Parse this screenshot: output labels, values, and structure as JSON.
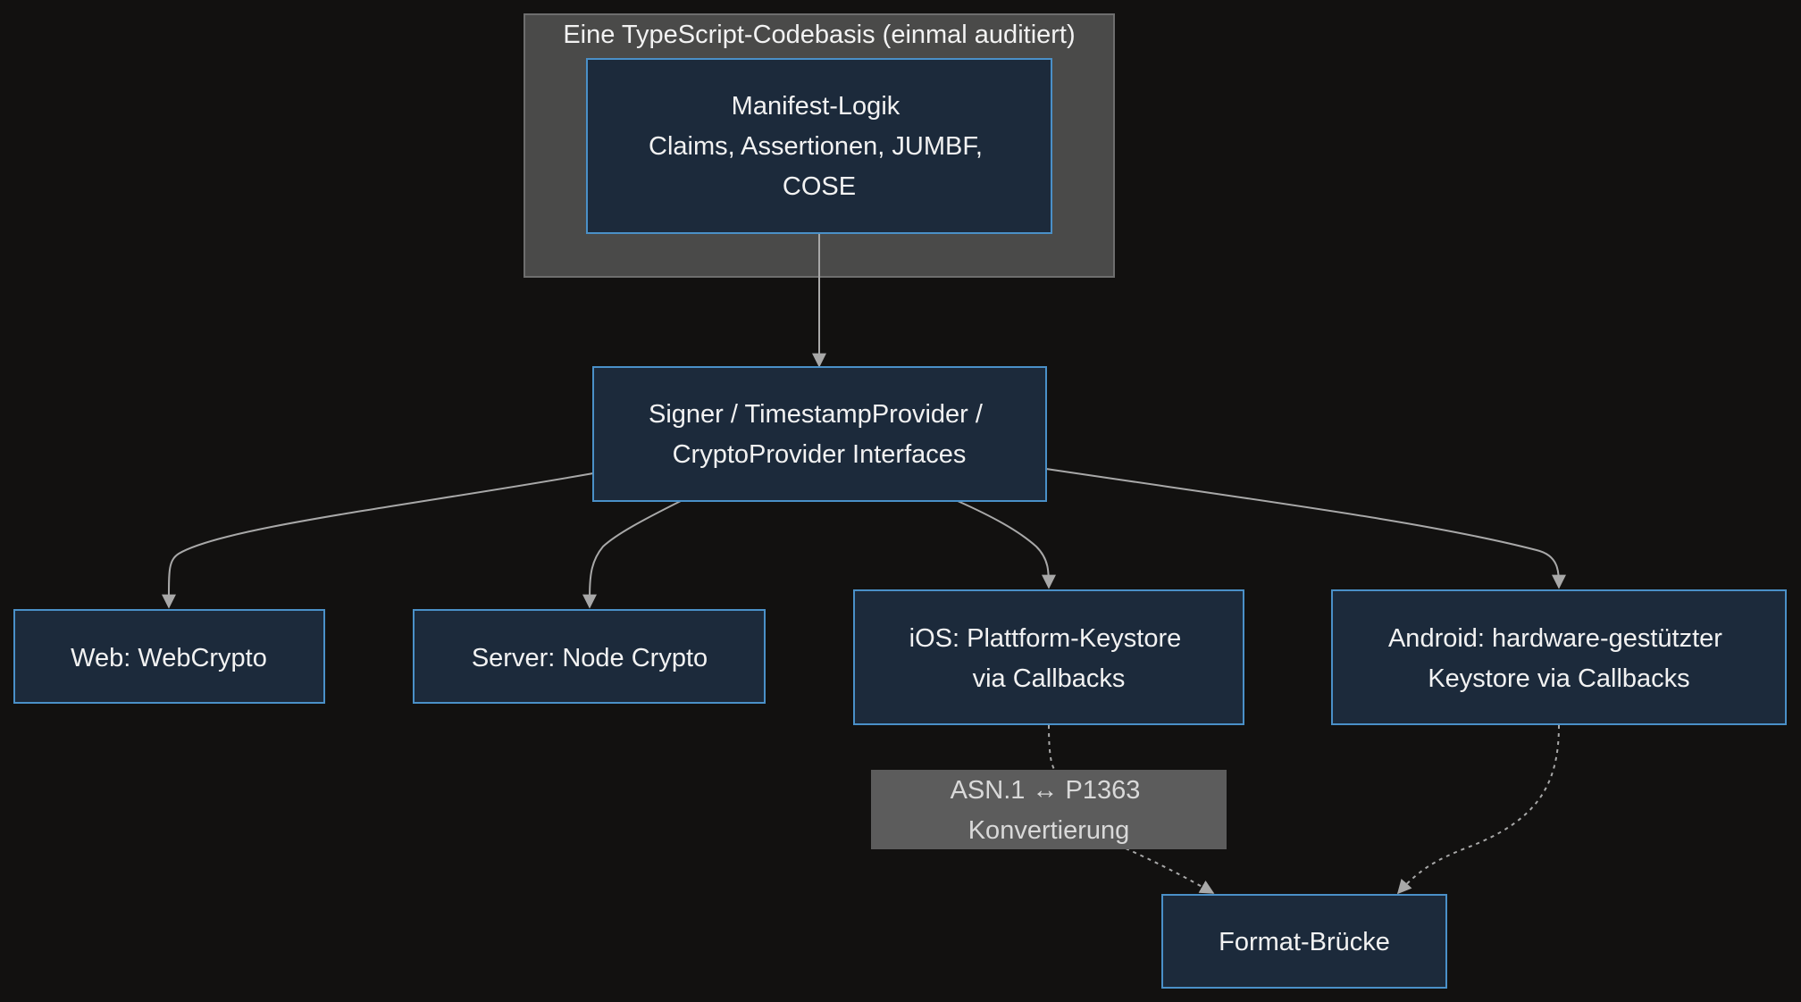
{
  "group": {
    "label": "Eine TypeScript-Codebasis (einmal auditiert)"
  },
  "nodes": {
    "manifest": {
      "lines": [
        "Manifest-Logik",
        "Claims, Assertionen, JUMBF,",
        "COSE"
      ]
    },
    "interfaces": {
      "lines": [
        "Signer / TimestampProvider /",
        "CryptoProvider Interfaces"
      ]
    },
    "web": {
      "lines": [
        "Web: WebCrypto"
      ]
    },
    "server": {
      "lines": [
        "Server: Node Crypto"
      ]
    },
    "ios": {
      "lines": [
        "iOS: Plattform-Keystore",
        "via Callbacks"
      ]
    },
    "android": {
      "lines": [
        "Android: hardware-gestützter",
        "Keystore via Callbacks"
      ]
    },
    "bridge": {
      "lines": [
        "Format-Brücke"
      ]
    }
  },
  "edge_labels": {
    "ios_to_bridge": {
      "lines": [
        "ASN.1 ↔ P1363",
        "Konvertierung"
      ]
    }
  },
  "colors": {
    "background": "#121110",
    "group_fill": "#4a4a49",
    "group_stroke": "#6e6e6e",
    "node_fill": "#1c2a3b",
    "node_stroke": "#4a90c8",
    "edge_stroke": "#a8a8a8",
    "edge_label_fill": "#5c5c5c",
    "text": "#f2f2f2"
  }
}
